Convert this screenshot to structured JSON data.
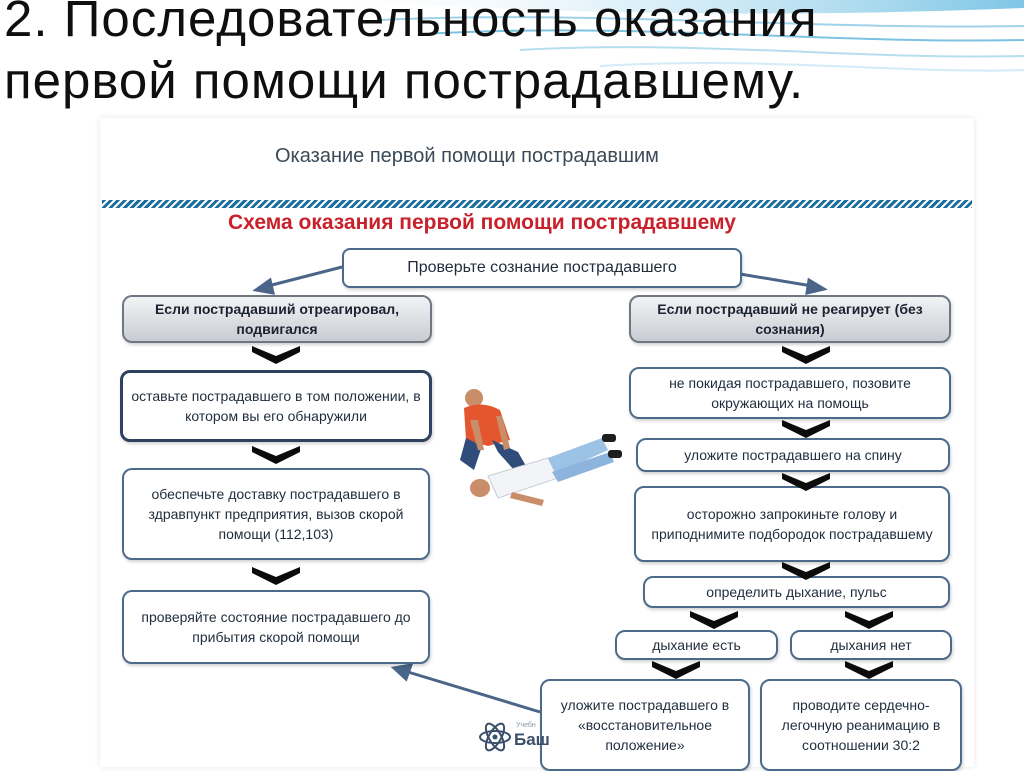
{
  "slide": {
    "title": "2. Последовательность оказания\nпервой помощи пострадавшему."
  },
  "panel": {
    "title": "Оказание первой помощи пострадавшим",
    "scheme_title": "Схема оказания первой помощи пострадавшему"
  },
  "flow": {
    "root": "Проверьте сознание пострадавшего",
    "left_branch": {
      "header": "Если пострадавший отреагировал, подвигался",
      "steps": [
        "оставьте пострадавшего в том положении, в котором вы его обнаружили",
        "обеспечьте доставку пострадавшего в здравпункт предприятия, вызов скорой помощи (112,103)",
        "проверяйте состояние пострадавшего до прибытия скорой помощи"
      ]
    },
    "right_branch": {
      "header": "Если пострадавший не реагирует (без сознания)",
      "steps": [
        "не покидая пострадавшего, позовите окружающих на помощь",
        "уложите пострадавшего на спину",
        "осторожно запрокиньте голову и приподнимите подбородок пострадавшему",
        "определить дыхание, пульс"
      ],
      "split": {
        "yes": "дыхание есть",
        "no": "дыхания нет",
        "yes_action": "уложите пострадавшего в «восстановительное положение»",
        "no_action": "проводите сердечно-легочную реанимацию в соотношении 30:2"
      }
    }
  },
  "logo": {
    "text": "Баш",
    "small": "Учебн"
  },
  "colors": {
    "scheme_title": "#c8212b",
    "box_border": "#4c6a8a",
    "chevron": "#0b0b0b",
    "stripe": "#1b6f9e",
    "wave": "#2f8fc2"
  },
  "icons": [
    "chevron-down-icon",
    "arrow-left-icon",
    "arrow-right-icon",
    "atom-logo-icon"
  ]
}
